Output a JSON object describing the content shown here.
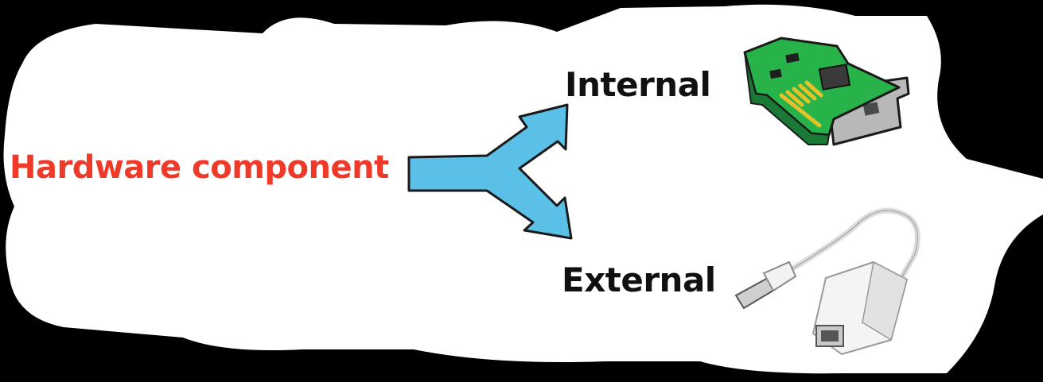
{
  "diagram": {
    "source_label": "Hardware component",
    "branches": [
      {
        "label": "Internal",
        "icon": "network-card-icon"
      },
      {
        "label": "External",
        "icon": "usb-ethernet-adapter-icon"
      }
    ]
  },
  "colors": {
    "background": "#000000",
    "canvas": "#ffffff",
    "source_label": "#ef3a2a",
    "branch_label": "#111111",
    "arrow_fill": "#5bc0e8",
    "arrow_stroke": "#1a1a1a",
    "card_green": "#27b34a",
    "card_metal": "#b8b8b8"
  }
}
